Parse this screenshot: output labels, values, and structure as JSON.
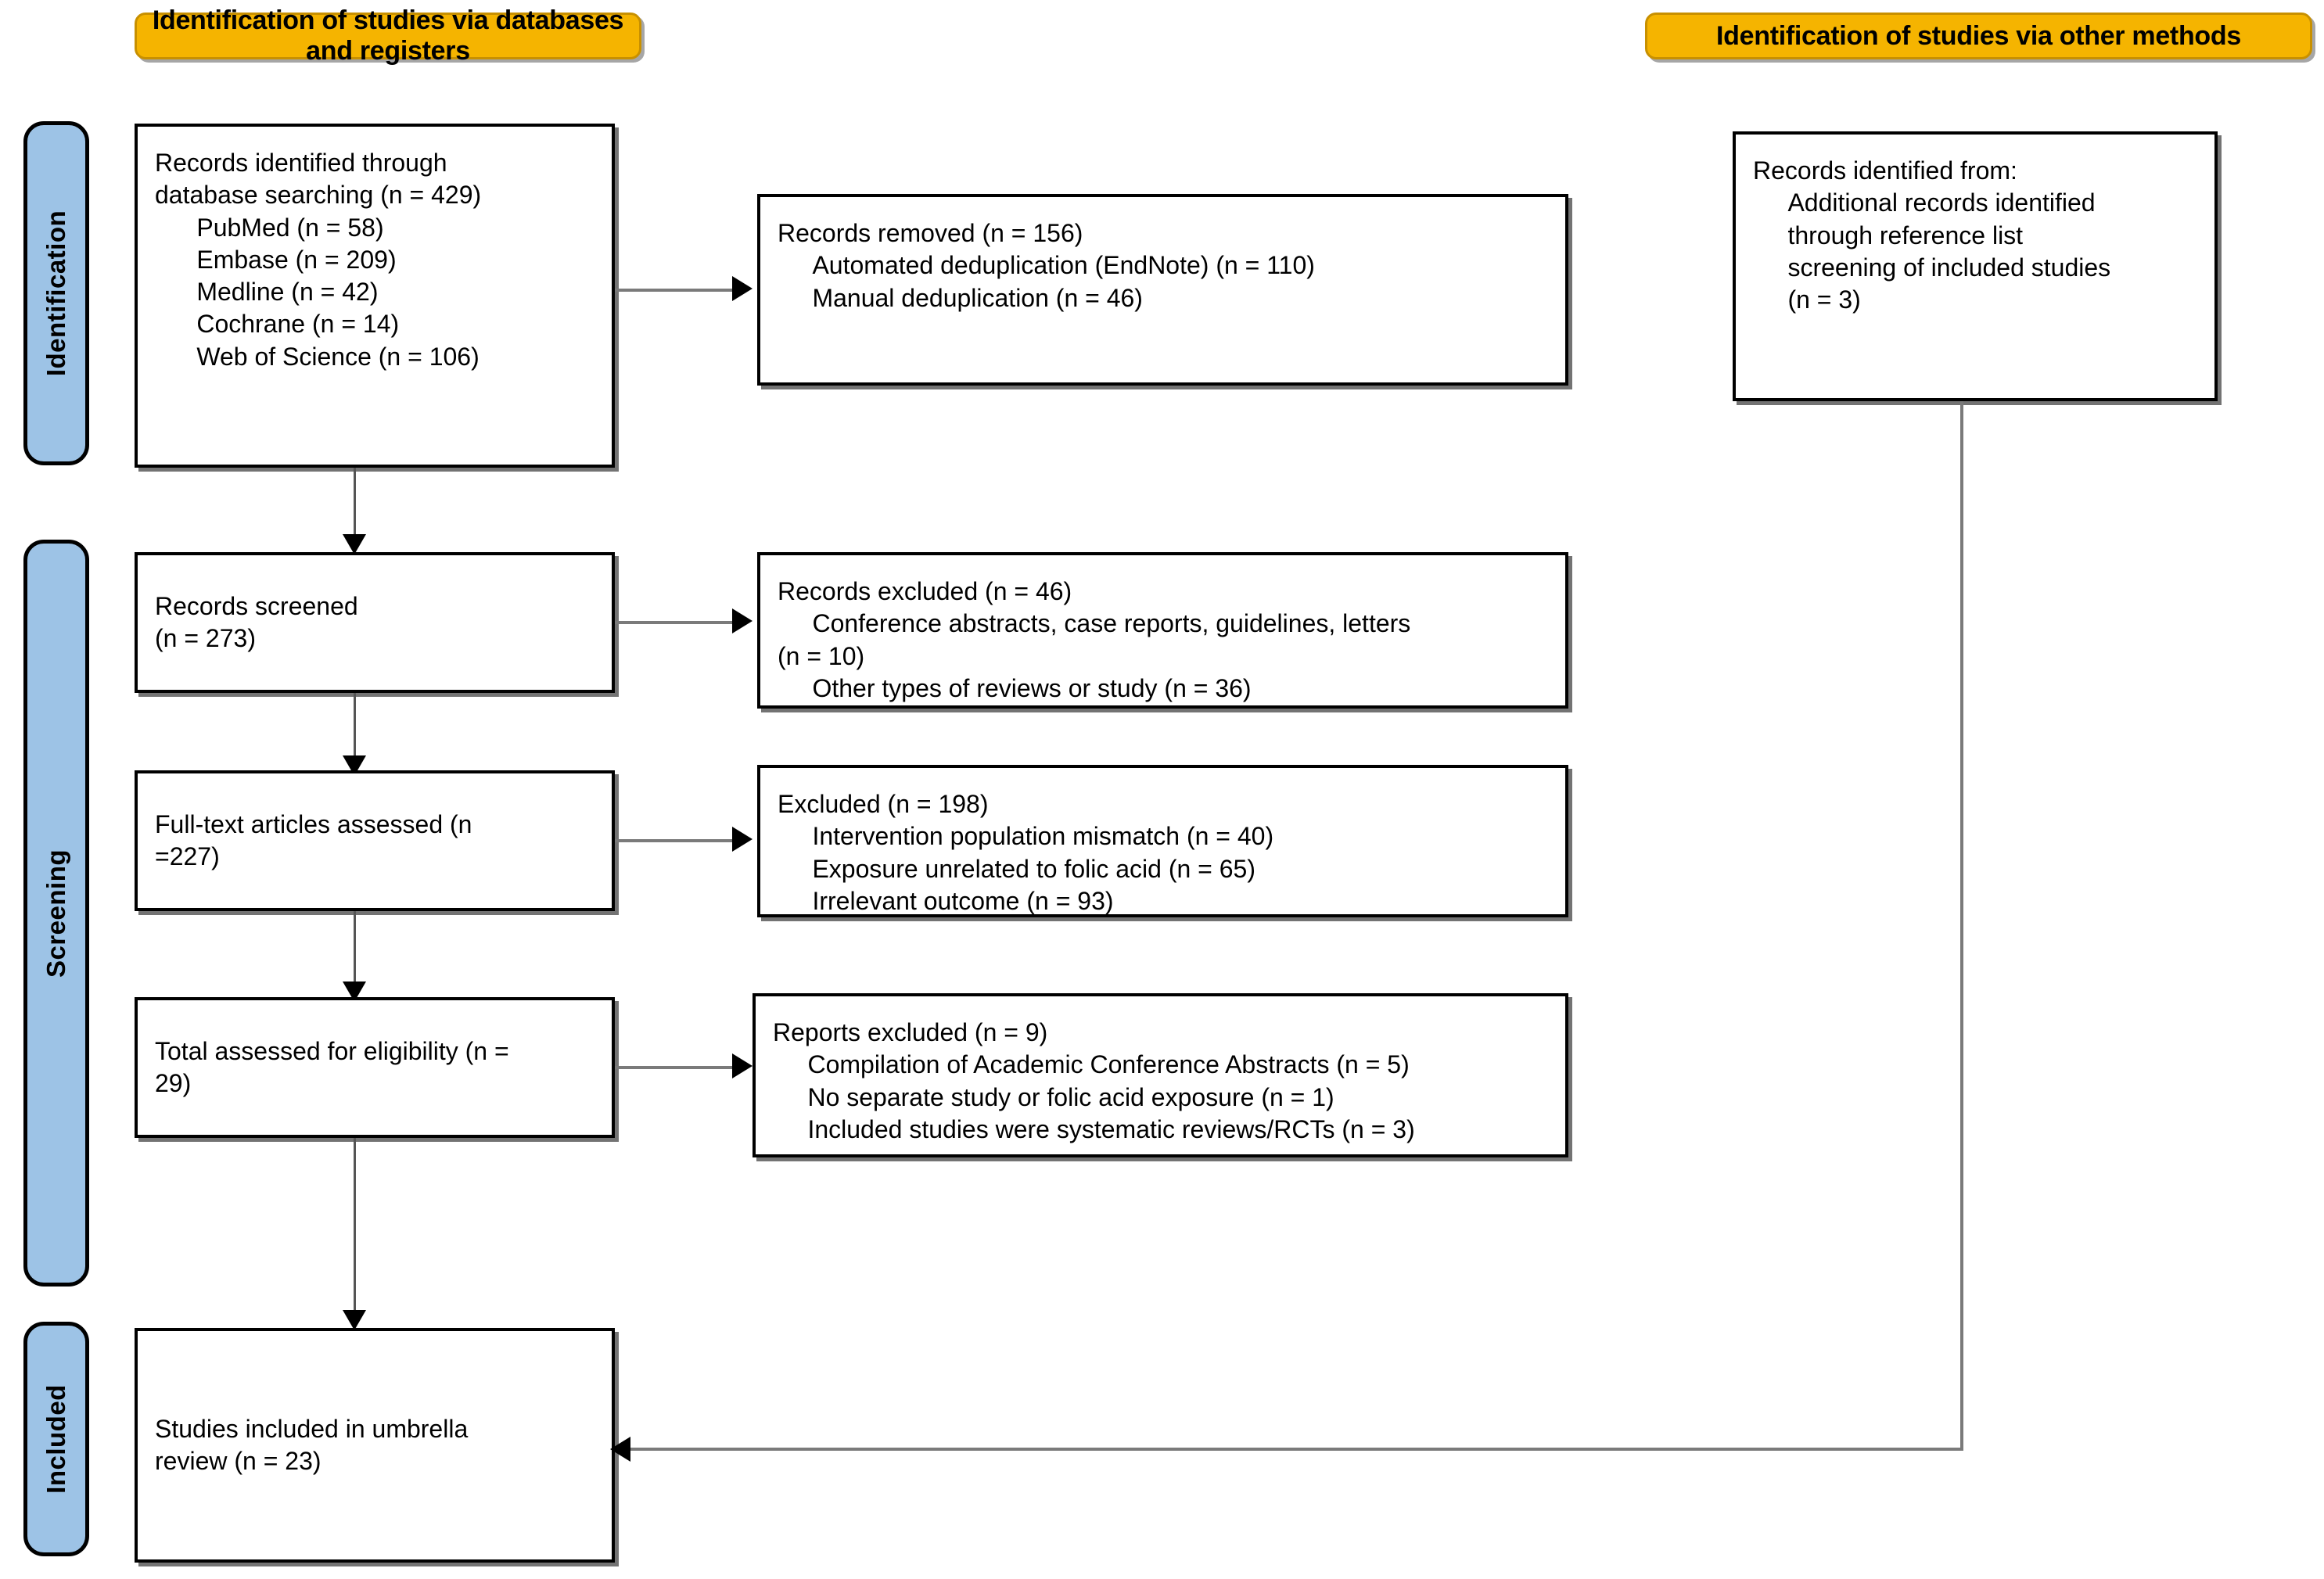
{
  "diagram": {
    "type": "PRISMA flow diagram",
    "banners": [
      {
        "id": "databases",
        "label": "Identification of studies via databases and registers"
      },
      {
        "id": "other",
        "label": "Identification of studies via other methods"
      }
    ],
    "stages": [
      {
        "id": "identification",
        "label": "Identification"
      },
      {
        "id": "screening",
        "label": "Screening"
      },
      {
        "id": "included",
        "label": "Included"
      }
    ],
    "nodes": {
      "records_identified": "Records identified through\ndatabase searching (n = 429)\n      PubMed (n = 58)\n      Embase (n = 209)\n      Medline (n = 42)\n      Cochrane (n = 14)\n      Web of Science (n = 106)",
      "records_removed": "Records removed (n = 156)\n     Automated deduplication (EndNote) (n = 110)\n     Manual deduplication (n = 46)",
      "records_screened": "Records screened\n(n = 273)",
      "records_excluded": "Records excluded (n = 46)\n     Conference abstracts, case reports, guidelines, letters\n(n = 10)\n     Other types of reviews or study (n = 36)",
      "fulltext_assessed": "Full-text articles assessed (n\n=227)",
      "fulltext_excluded": "Excluded (n = 198)\n     Intervention population mismatch (n = 40)\n     Exposure unrelated to folic acid (n = 65)\n     Irrelevant outcome (n = 93)",
      "eligibility_assessed": "Total assessed for eligibility (n =\n29)",
      "reports_excluded": "Reports excluded (n = 9)\n     Compilation of Academic Conference Abstracts (n = 5)\n     No separate study or folic acid exposure (n = 1)\n     Included studies were systematic reviews/RCTs (n = 3)",
      "other_identified": "Records identified from:\n     Additional records identified\n     through reference list\n     screening of included studies\n     (n = 3)",
      "studies_included": "Studies included in umbrella\nreview (n = 23)"
    },
    "counts": {
      "database_total": 429,
      "pubmed": 58,
      "embase": 209,
      "medline": 42,
      "cochrane": 14,
      "web_of_science": 106,
      "removed_total": 156,
      "automated_deduplication": 110,
      "manual_deduplication": 46,
      "screened": 273,
      "screen_excluded_total": 46,
      "conference_abstracts_etc": 10,
      "other_review_types": 36,
      "fulltext_assessed": 227,
      "fulltext_excluded_total": 198,
      "population_mismatch": 40,
      "exposure_unrelated": 65,
      "irrelevant_outcome": 93,
      "eligibility_assessed": 29,
      "reports_excluded_total": 9,
      "compilation_abstracts": 5,
      "no_separate_study": 1,
      "systematic_reviews_rcts": 3,
      "other_methods_records": 3,
      "included": 23
    },
    "colors": {
      "banner_fill": "#F5B400",
      "banner_border": "#C89000",
      "rail_fill": "#9DC3E6",
      "box_border": "#000000",
      "connector": "#7a7a7a",
      "background": "#FFFFFF"
    }
  }
}
